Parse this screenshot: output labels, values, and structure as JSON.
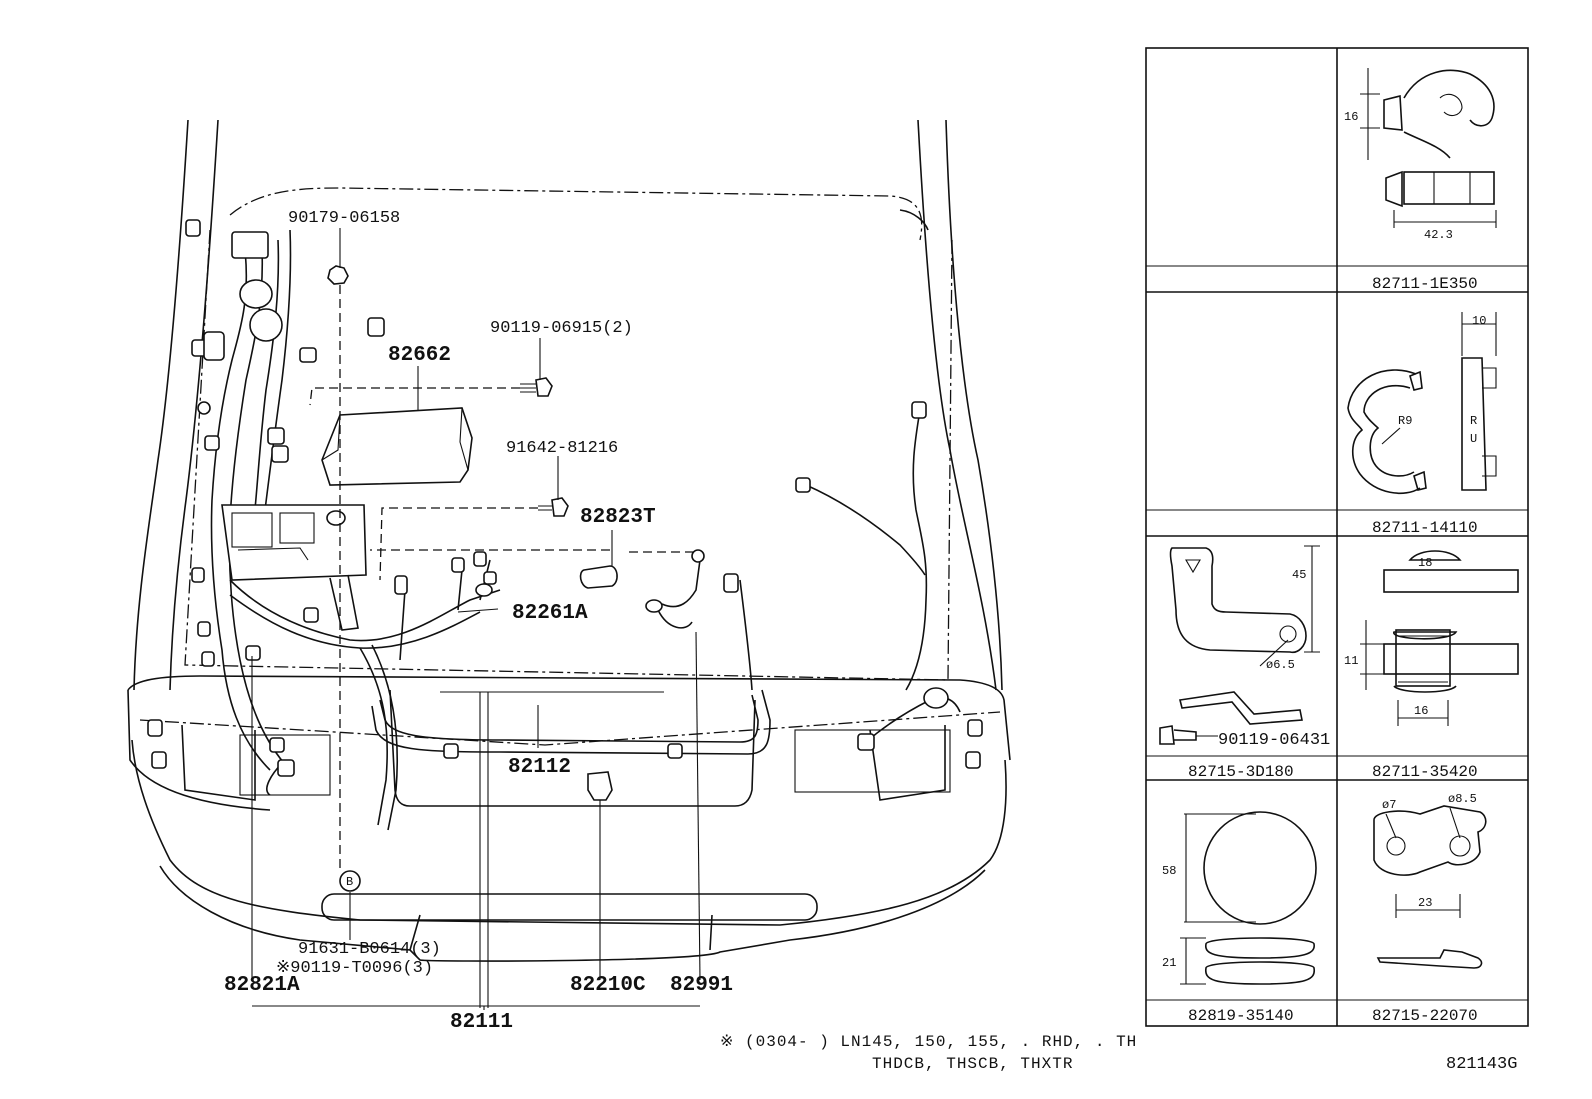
{
  "callouts": {
    "p90179": "90179-06158",
    "p90119_06915": "90119-06915(2)",
    "p82662": "82662",
    "p91642": "91642-81216",
    "p82823T": "82823T",
    "p82261A": "82261A",
    "p82112": "82112",
    "p91631": "91631-B0614(3)",
    "p90119_T0096": "※90119-T0096(3)",
    "p82821A": "82821A",
    "p82210C": "82210C",
    "p82991": "82991",
    "p82111": "82111",
    "circle_b": "B"
  },
  "parts_table": {
    "cells": [
      {
        "part_no": "",
        "dims": []
      },
      {
        "part_no": "82711-1E350",
        "dims": [
          "16",
          "42.3"
        ]
      },
      {
        "part_no": "",
        "dims": []
      },
      {
        "part_no": "82711-14110",
        "dims": [
          "10",
          "R9",
          "R",
          "U"
        ]
      },
      {
        "part_no": "82715-3D180",
        "dims": [
          "45",
          "ø6.5"
        ],
        "bolt_label": "90119-06431"
      },
      {
        "part_no": "82711-35420",
        "dims": [
          "18",
          "11",
          "16"
        ]
      },
      {
        "part_no": "82819-35140",
        "dims": [
          "58",
          "21"
        ]
      },
      {
        "part_no": "82715-22070",
        "dims": [
          "ø7",
          "ø8.5",
          "23"
        ]
      }
    ]
  },
  "footnote": {
    "line1": "※ (0304-      ) LN145, 150, 155, . RHD, . TH",
    "line2": "THDCB, THSCB, THXTR"
  },
  "diagram_id": "821143G"
}
